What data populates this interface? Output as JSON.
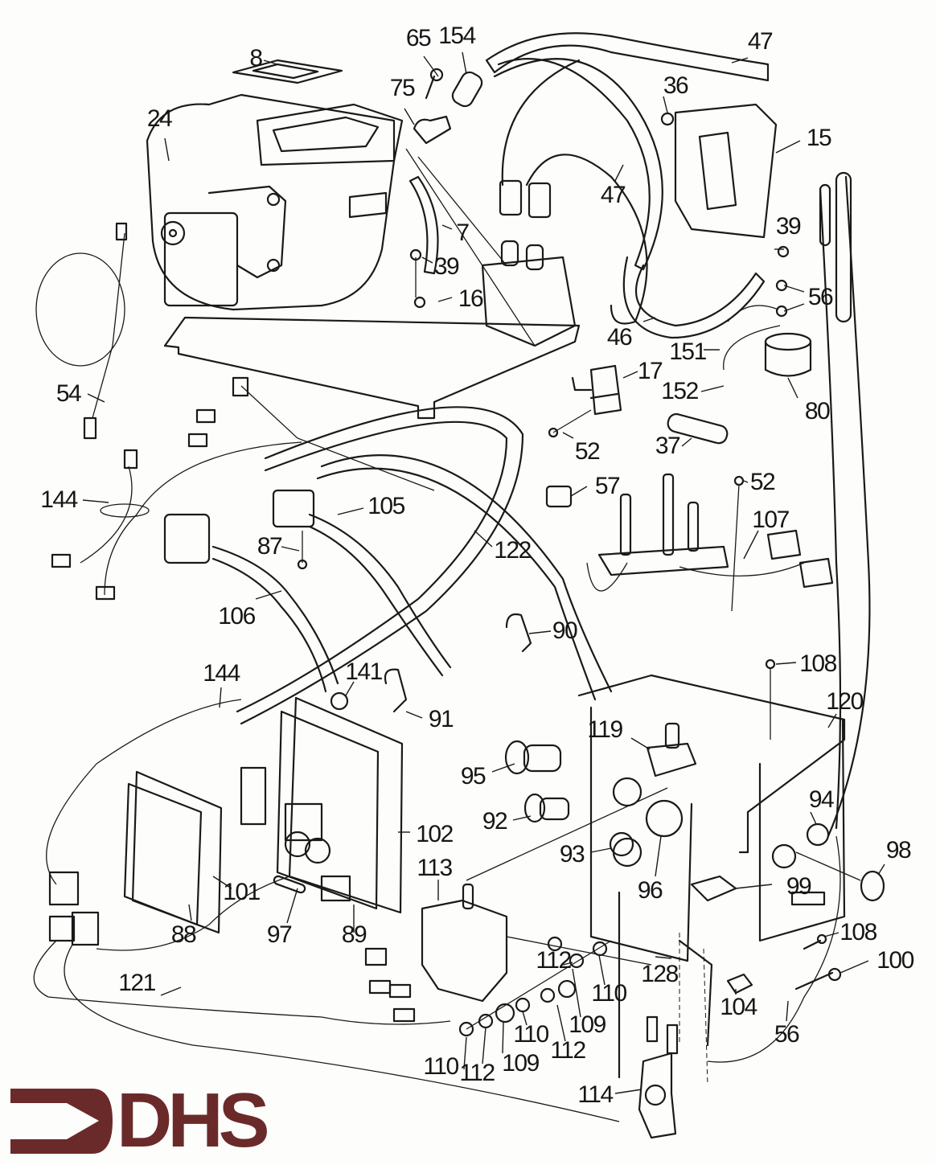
{
  "diagram": {
    "type": "exploded-parts-diagram",
    "brand": {
      "text": "DHS",
      "color": "#6b2a2a"
    },
    "line_color": "#1a1a1a",
    "callouts": [
      {
        "label": "8",
        "part": "gasket"
      },
      {
        "label": "65",
        "part": "screw"
      },
      {
        "label": "154",
        "part": "sleeve"
      },
      {
        "label": "47",
        "part": "hose"
      },
      {
        "label": "75",
        "part": "bracket"
      },
      {
        "label": "24",
        "part": "fan-assembly"
      },
      {
        "label": "36",
        "part": "screw"
      },
      {
        "label": "15",
        "part": "pressure-switch"
      },
      {
        "label": "47",
        "part": "hose"
      },
      {
        "label": "7",
        "part": "seal"
      },
      {
        "label": "39",
        "part": "screw"
      },
      {
        "label": "39",
        "part": "screw"
      },
      {
        "label": "16",
        "part": "thermostat"
      },
      {
        "label": "56",
        "part": "washer"
      },
      {
        "label": "46",
        "part": "hose"
      },
      {
        "label": "151",
        "part": "earth-lead"
      },
      {
        "label": "54",
        "part": "lead"
      },
      {
        "label": "17",
        "part": "electrode-bracket"
      },
      {
        "label": "152",
        "part": "lead"
      },
      {
        "label": "80",
        "part": "capacitor"
      },
      {
        "label": "52",
        "part": "screw"
      },
      {
        "label": "37",
        "part": "suppressor"
      },
      {
        "label": "144",
        "part": "cable-tie"
      },
      {
        "label": "57",
        "part": "clip"
      },
      {
        "label": "105",
        "part": "cable"
      },
      {
        "label": "52",
        "part": "screw"
      },
      {
        "label": "107",
        "part": "neon-assembly"
      },
      {
        "label": "87",
        "part": "screw"
      },
      {
        "label": "122",
        "part": "harness"
      },
      {
        "label": "106",
        "part": "cable"
      },
      {
        "label": "90",
        "part": "cable-clip"
      },
      {
        "label": "108",
        "part": "screw"
      },
      {
        "label": "144",
        "part": "cable-tie"
      },
      {
        "label": "141",
        "part": "stand-off"
      },
      {
        "label": "120",
        "part": "control-box"
      },
      {
        "label": "91",
        "part": "cable-clip"
      },
      {
        "label": "119",
        "part": "switch"
      },
      {
        "label": "95",
        "part": "cable-gland"
      },
      {
        "label": "94",
        "part": "grommet"
      },
      {
        "label": "92",
        "part": "cable-gland"
      },
      {
        "label": "102",
        "part": "insulator"
      },
      {
        "label": "93",
        "part": "locknut"
      },
      {
        "label": "98",
        "part": "lamp"
      },
      {
        "label": "113",
        "part": "thermostat"
      },
      {
        "label": "101",
        "part": "insulator"
      },
      {
        "label": "96",
        "part": "locknut"
      },
      {
        "label": "99",
        "part": "fuse-holder"
      },
      {
        "label": "97",
        "part": "fuse"
      },
      {
        "label": "89",
        "part": "pcb"
      },
      {
        "label": "88",
        "part": "pcb"
      },
      {
        "label": "108",
        "part": "screw"
      },
      {
        "label": "100",
        "part": "screw"
      },
      {
        "label": "128",
        "part": "bracket"
      },
      {
        "label": "112",
        "part": "washer"
      },
      {
        "label": "110",
        "part": "nut"
      },
      {
        "label": "121",
        "part": "harness"
      },
      {
        "label": "109",
        "part": "washer"
      },
      {
        "label": "104",
        "part": "plug"
      },
      {
        "label": "110",
        "part": "nut"
      },
      {
        "label": "112",
        "part": "washer"
      },
      {
        "label": "109",
        "part": "washer"
      },
      {
        "label": "56",
        "part": "washer"
      },
      {
        "label": "110",
        "part": "nut"
      },
      {
        "label": "112",
        "part": "washer"
      },
      {
        "label": "109",
        "part": "washer"
      },
      {
        "label": "114",
        "part": "switch"
      }
    ]
  }
}
